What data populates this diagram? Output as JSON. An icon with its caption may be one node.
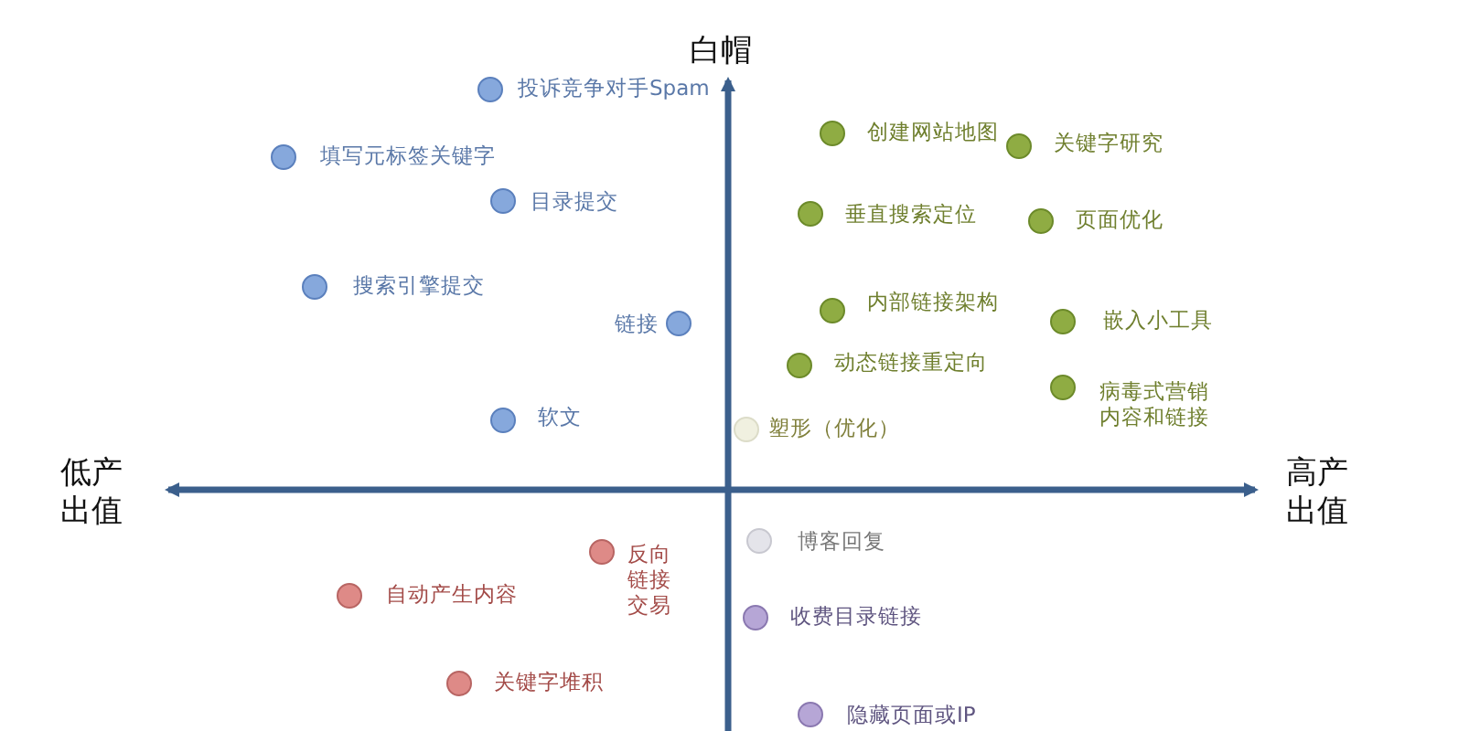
{
  "diagram": {
    "labels": [
      "白帽",
      "投诉竞争对手Spam",
      "创建网站地图",
      "关键字研究",
      "填写元标签关键字",
      "目录提交",
      "垂直搜索定位",
      "页面优化",
      "搜索引擎提交",
      "内部链接架构",
      "嵌入小工具",
      "链接",
      "动态链接重定向",
      "病毒式营销内容和链接",
      "软文",
      "塑形（优化）",
      "低产出值",
      "高产出值",
      "博客回复",
      "反向链接交易",
      "自动产生内容",
      "收费目录链接",
      "关键字堆积",
      "隐藏页面或IP"
    ]
  }
}
